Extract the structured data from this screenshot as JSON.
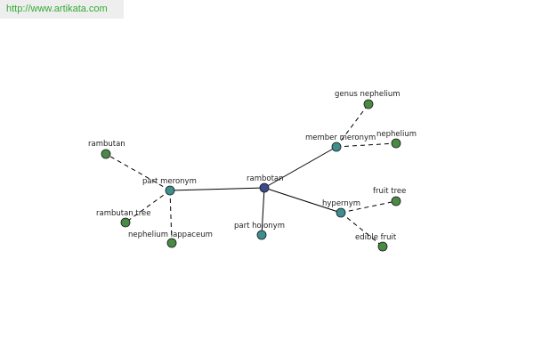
{
  "header": {
    "url": "http://www.artikata.com"
  },
  "colors": {
    "hub": "#3c4a8a",
    "relation": "#3d8f8f",
    "leaf": "#4a8a44",
    "solid_line": "#000000",
    "dashed_line": "#000000",
    "url_text": "#33aa33",
    "url_bg": "#eeeeee"
  },
  "graph": {
    "center": "rambotan",
    "relations": [
      {
        "label": "member meronym",
        "leaves": [
          "genus nephelium",
          "nephelium"
        ]
      },
      {
        "label": "part meronym",
        "leaves": [
          "rambutan",
          "rambutan tree",
          "nephelium lappaceum"
        ]
      },
      {
        "label": "part holonym",
        "leaves": []
      },
      {
        "label": "hypernym",
        "leaves": [
          "fruit tree",
          "edible fruit"
        ]
      }
    ]
  }
}
